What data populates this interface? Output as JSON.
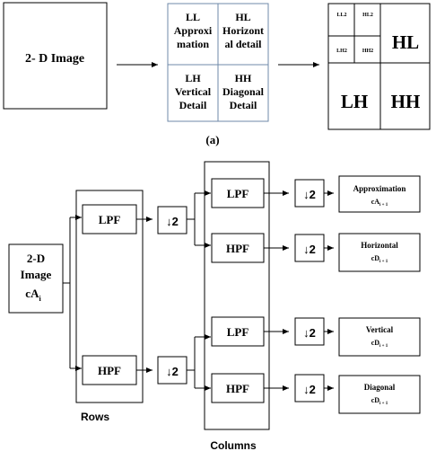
{
  "top": {
    "input_label": "2- D Image",
    "level1": {
      "ll": [
        "LL",
        "Approxi",
        "mation"
      ],
      "hl": [
        "HL",
        "Horizont",
        "al detail"
      ],
      "lh": [
        "LH",
        "Vertical",
        "Detail"
      ],
      "hh": [
        "HH",
        "Diagonal",
        "Detail"
      ]
    },
    "level2": {
      "ll2": "LL2",
      "hl2": "HL2",
      "lh2": "LH2",
      "hh2": "HH2",
      "hl": "HL",
      "lh": "LH",
      "hh": "HH"
    },
    "caption": "(a)"
  },
  "bottom": {
    "input": [
      "2-D",
      "Image",
      "cA",
      "i"
    ],
    "rows_label": "Rows",
    "columns_label": "Columns",
    "lpf": "LPF",
    "hpf": "HPF",
    "downsample": "↓2",
    "outputs": [
      {
        "name": "Approximation",
        "sym": "cA",
        "sub": "i + 1"
      },
      {
        "name": "Horizontal",
        "sym": "cD",
        "sub": "i + 1"
      },
      {
        "name": "Vertical",
        "sym": "cD",
        "sub": "i + 1"
      },
      {
        "name": "Diagonal",
        "sym": "cD",
        "sub": "i + 1"
      }
    ]
  }
}
